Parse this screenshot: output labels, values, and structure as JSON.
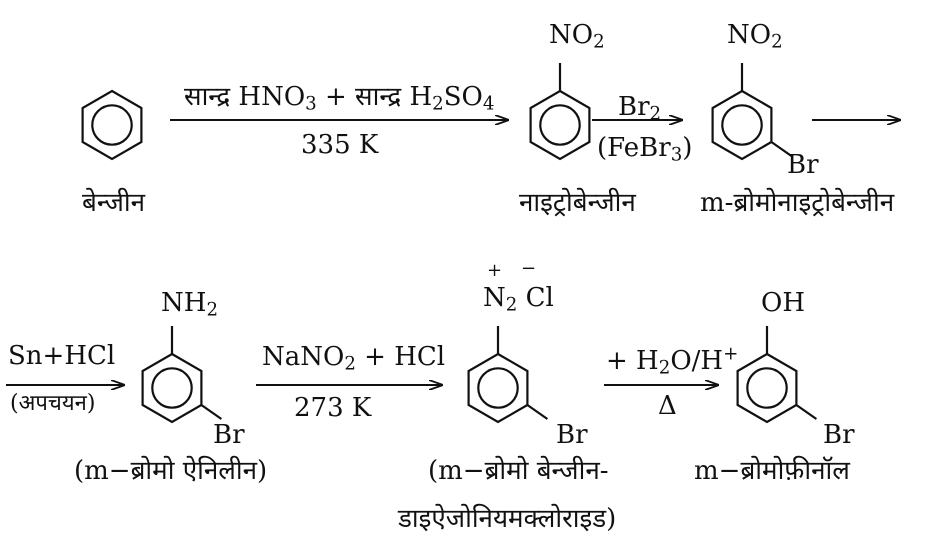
{
  "row1": {
    "benzene_name": "बेन्जीन",
    "step1": {
      "reagents_a": "सान्द्र HNO",
      "sub_a": "3",
      "reagents_b": " + सान्द्र H",
      "sub_b": "2",
      "reagents_c": "SO",
      "sub_c": "4",
      "condition": "335 K"
    },
    "nitro_group": "NO",
    "nitro_sub": "2",
    "nitrobenzene_name": "नाइट्रोबेन्जीन",
    "step2": {
      "reagent": "Br",
      "reagent_sub": "2",
      "catalyst_a": "(FeBr",
      "catalyst_sub": "3",
      "catalyst_b": ")"
    },
    "bromo_sub": "Br",
    "m_bromonitrobenzene_name": "m-ब्रोमोनाइट्रोबेन्जीन"
  },
  "row2": {
    "step3": {
      "reagent": "Sn+HCl",
      "condition": "(अपचयन)"
    },
    "amine_group": "NH",
    "amine_sub": "2",
    "aniline_name": "(m−ब्रोमो ऐनिलीन)",
    "step4": {
      "reagent_a": "NaNO",
      "reagent_sub": "2",
      "reagent_b": " + HCl",
      "condition": "273 K"
    },
    "diazo_group": "N",
    "diazo_sub": "2",
    "diazo_cl": " Cl",
    "charge_plus": "+",
    "charge_minus": "−",
    "diazonium_name_1": "(m−ब्रोमो बेन्जीन-",
    "diazonium_name_2": "डाइऐजोनियमक्लोराइड)",
    "step5": {
      "reagent_a": "+ H",
      "reagent_sub": "2",
      "reagent_b": "O/",
      "reagent_c": "H",
      "reagent_plus": "+",
      "condition": "Δ"
    },
    "hydroxyl_group": "OH",
    "bromophenol_name": "m−ब्रोमोफ़ीनॉल",
    "bromo_sub": "Br"
  }
}
